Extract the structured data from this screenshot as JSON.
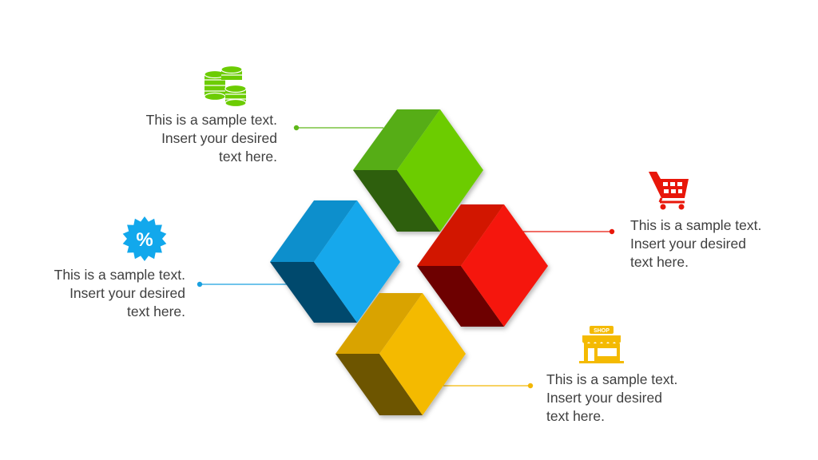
{
  "colors": {
    "green": "#5fb81a",
    "blue": "#1aa0df",
    "red": "#e8170a",
    "yellow": "#f2b705",
    "text": "#3f3f3f"
  },
  "callouts": {
    "green": {
      "line1": "This is a sample text.",
      "line2": "Insert your desired",
      "line3": "text here.",
      "icon": "coins-icon"
    },
    "blue": {
      "line1": "This is a sample text.",
      "line2": "Insert your desired",
      "line3": "text here.",
      "icon": "percent-badge-icon"
    },
    "red": {
      "line1": "This is a sample text.",
      "line2": "Insert your desired",
      "line3": "text here.",
      "icon": "shopping-cart-icon"
    },
    "yellow": {
      "line1": "This is a sample text.",
      "line2": "Insert your desired",
      "line3": "text here.",
      "icon": "shop-icon"
    }
  },
  "shop_sign": "SHOP",
  "percent_symbol": "%"
}
